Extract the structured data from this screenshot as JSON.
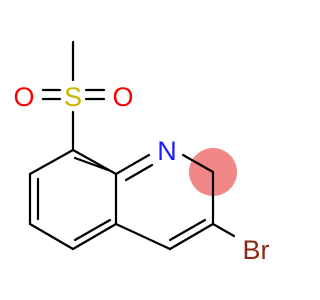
{
  "molecule": {
    "atoms": {
      "sulfur": "S",
      "oxygen_left": "O",
      "oxygen_right": "O",
      "nitrogen": "N",
      "bromine": "Br"
    },
    "colors": {
      "bond": "#000000",
      "sulfur": "#c8b400",
      "oxygen": "#ff0000",
      "nitrogen": "#1a1aff",
      "bromine": "#8b2a12",
      "highlight": "#f07a7a"
    }
  }
}
